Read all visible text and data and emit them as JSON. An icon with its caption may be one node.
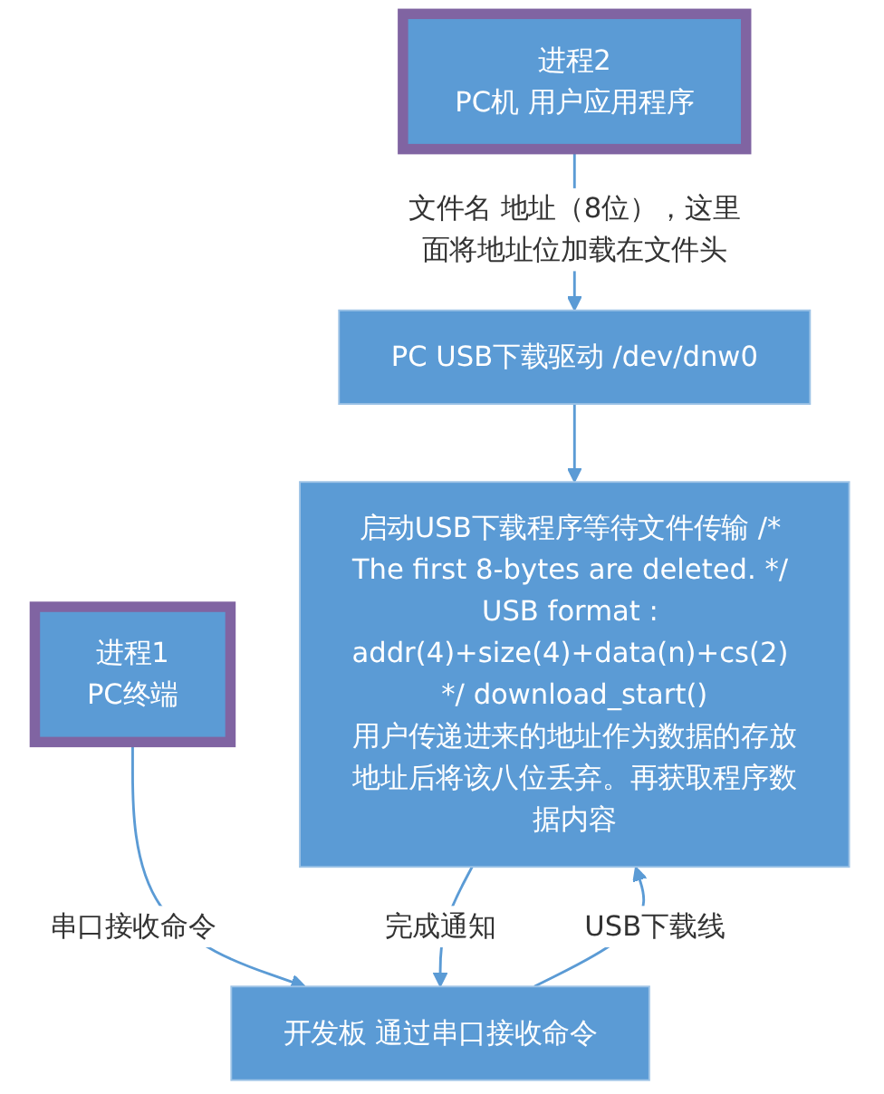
{
  "diagram": {
    "nodes": [
      {
        "text": [
          "进程2",
          "PC机 用户应用程序"
        ]
      },
      {
        "text": [
          "PC USB下载驱动 /dev/dnw0"
        ]
      },
      {
        "text": [
          "启动USB下载程序等待文件传输 /* The first 8-bytes are deleted. */ USB format : addr(4)+size(4)+data(n)+cs(2) */ download_start()",
          "用户传递进来的地址作为数据的存放地址后将该八位丢弃。再获取程序数据内容"
        ]
      },
      {
        "text": [
          "进程1",
          "PC终端"
        ]
      },
      {
        "text": [
          "开发板 通过串口接收命令"
        ]
      }
    ],
    "edges": [
      {
        "from": 0,
        "to": 1,
        "arrow": "to",
        "label": "文件名 地址（8位），这里面将地址位加载在文件头"
      },
      {
        "from": 1,
        "to": 2,
        "arrow": "to"
      },
      {
        "from": 3,
        "to": 4,
        "arrow": "to",
        "label": "串口接收命令"
      },
      {
        "from": 4,
        "to": 2,
        "arrow": "to",
        "label": "USB下载线"
      },
      {
        "from": 2,
        "to": 4,
        "arrow": "to",
        "label": "完成通知"
      }
    ]
  }
}
